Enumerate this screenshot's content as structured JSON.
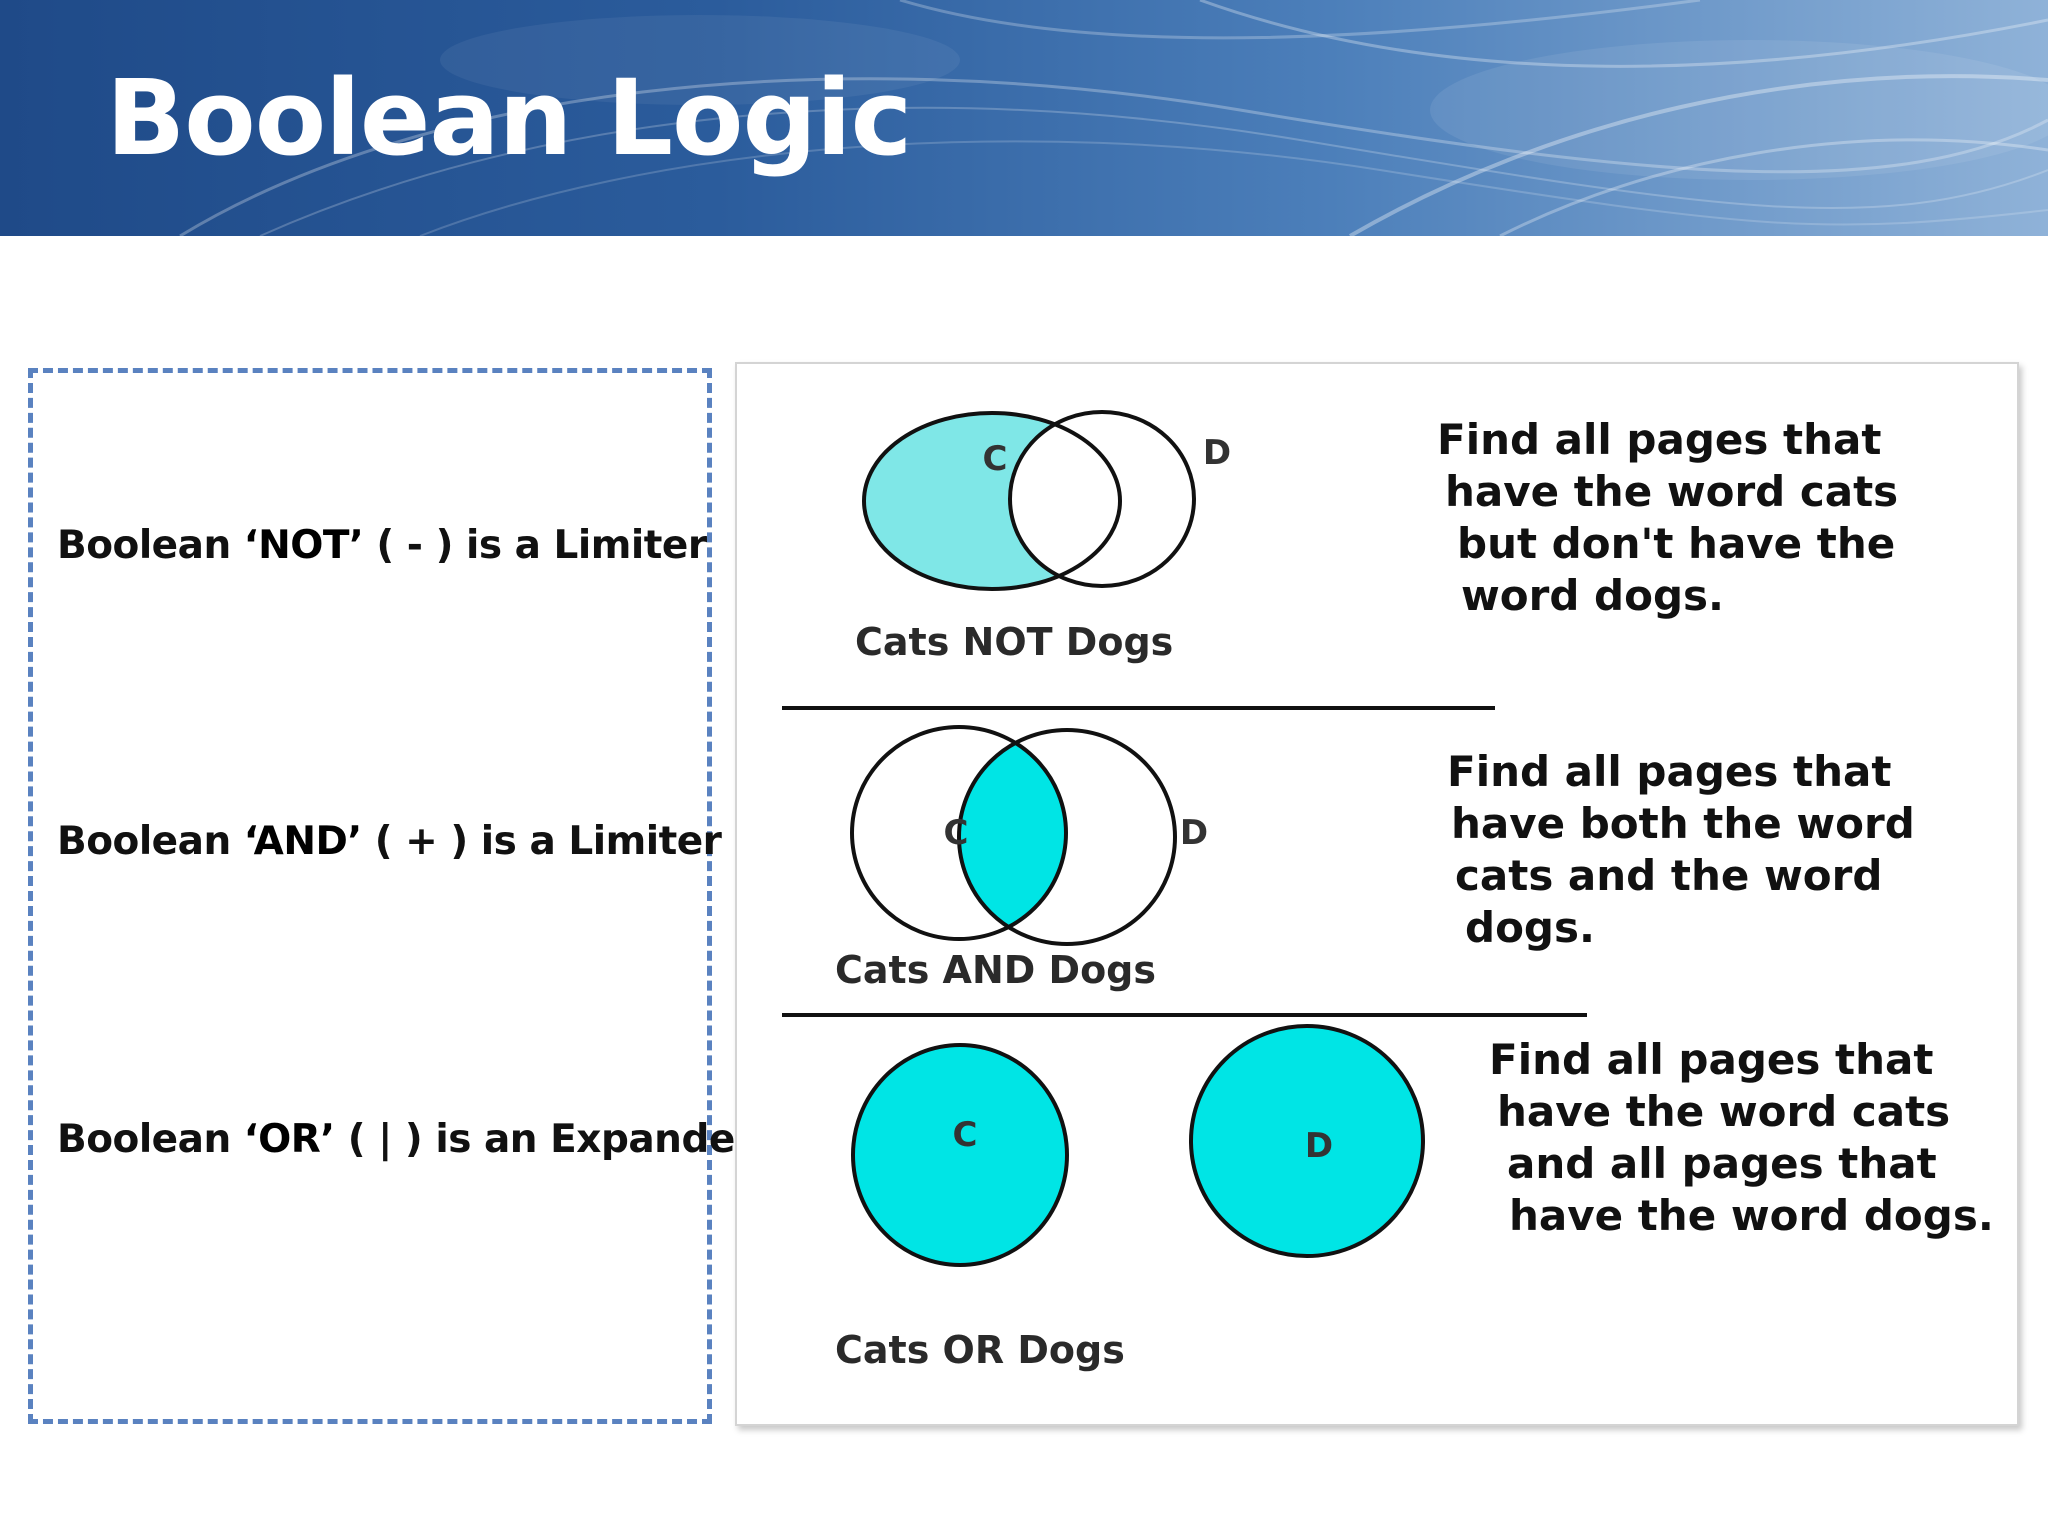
{
  "title": "Boolean Logic",
  "colors": {
    "banner_dark": "#1f4a88",
    "banner_light": "#8fb2d8",
    "dashed_border": "#5a82c0",
    "highlight_fill": "#00e5e5",
    "highlight_fill_not": "#7fe7e7"
  },
  "rules": [
    {
      "prefix": "Boolean ",
      "operator": "‘NOT’",
      "suffix": " ( - ) is a Limiter"
    },
    {
      "prefix": "Boolean ",
      "operator": "‘AND’",
      "suffix": " ( + ) is a Limiter"
    },
    {
      "prefix": "Boolean ",
      "operator": "‘OR’",
      "suffix": " ( | ) is an Expander"
    }
  ],
  "diagrams": [
    {
      "circle_labels": [
        "C",
        "D"
      ],
      "caption": "Cats NOT Dogs",
      "description": [
        "Find all pages that",
        "have the word cats",
        "but don't have the",
        "word dogs."
      ]
    },
    {
      "circle_labels": [
        "C",
        "D"
      ],
      "caption": "Cats AND Dogs",
      "description": [
        "Find all pages that",
        "have both the word",
        "cats and the word",
        "dogs."
      ]
    },
    {
      "circle_labels": [
        "C",
        "D"
      ],
      "caption": "Cats OR Dogs",
      "description": [
        "Find all pages that",
        "have the word cats",
        "and all pages that",
        "have the word dogs."
      ]
    }
  ]
}
